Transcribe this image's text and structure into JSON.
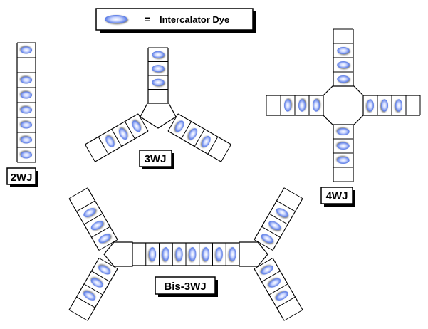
{
  "legend": {
    "equals": "=",
    "text": "Intercalator Dye",
    "dye_icon": "ellipse-dye-icon"
  },
  "labels": {
    "two_wj": "2WJ",
    "three_wj": "3WJ",
    "four_wj": "4WJ",
    "bis_three_wj": "Bis-3WJ"
  },
  "colors": {
    "dye_fill": "#4a70e0",
    "dye_highlight": "#ffffff",
    "line": "#000000",
    "label_shadow": "#000000"
  }
}
